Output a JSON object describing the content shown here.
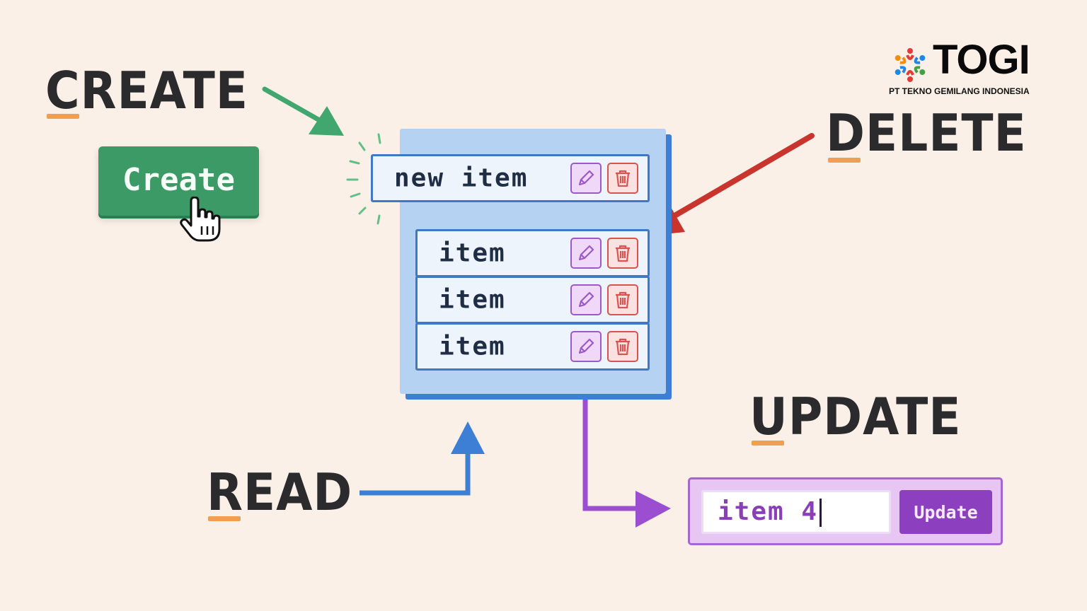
{
  "labels": {
    "create": "CREATE",
    "delete": "DELETE",
    "update": "UPDATE",
    "read": "READ"
  },
  "create_button": {
    "label": "Create"
  },
  "list": {
    "new_item": "new item",
    "items": [
      "item",
      "item",
      "item"
    ]
  },
  "update_widget": {
    "input_value": "item 4",
    "button_label": "Update"
  },
  "logo": {
    "name": "TOGI",
    "tagline": "PT TEKNO GEMILANG INDONESIA"
  },
  "colors": {
    "background": "#faf0e8",
    "create_green": "#3c9a66",
    "delete_red": "#c9342c",
    "read_blue": "#3d7fd4",
    "update_purple": "#8c3fbf",
    "underline_orange": "#ef9f4f"
  },
  "icons": [
    "hand-cursor-icon",
    "pencil-icon",
    "trash-icon"
  ]
}
